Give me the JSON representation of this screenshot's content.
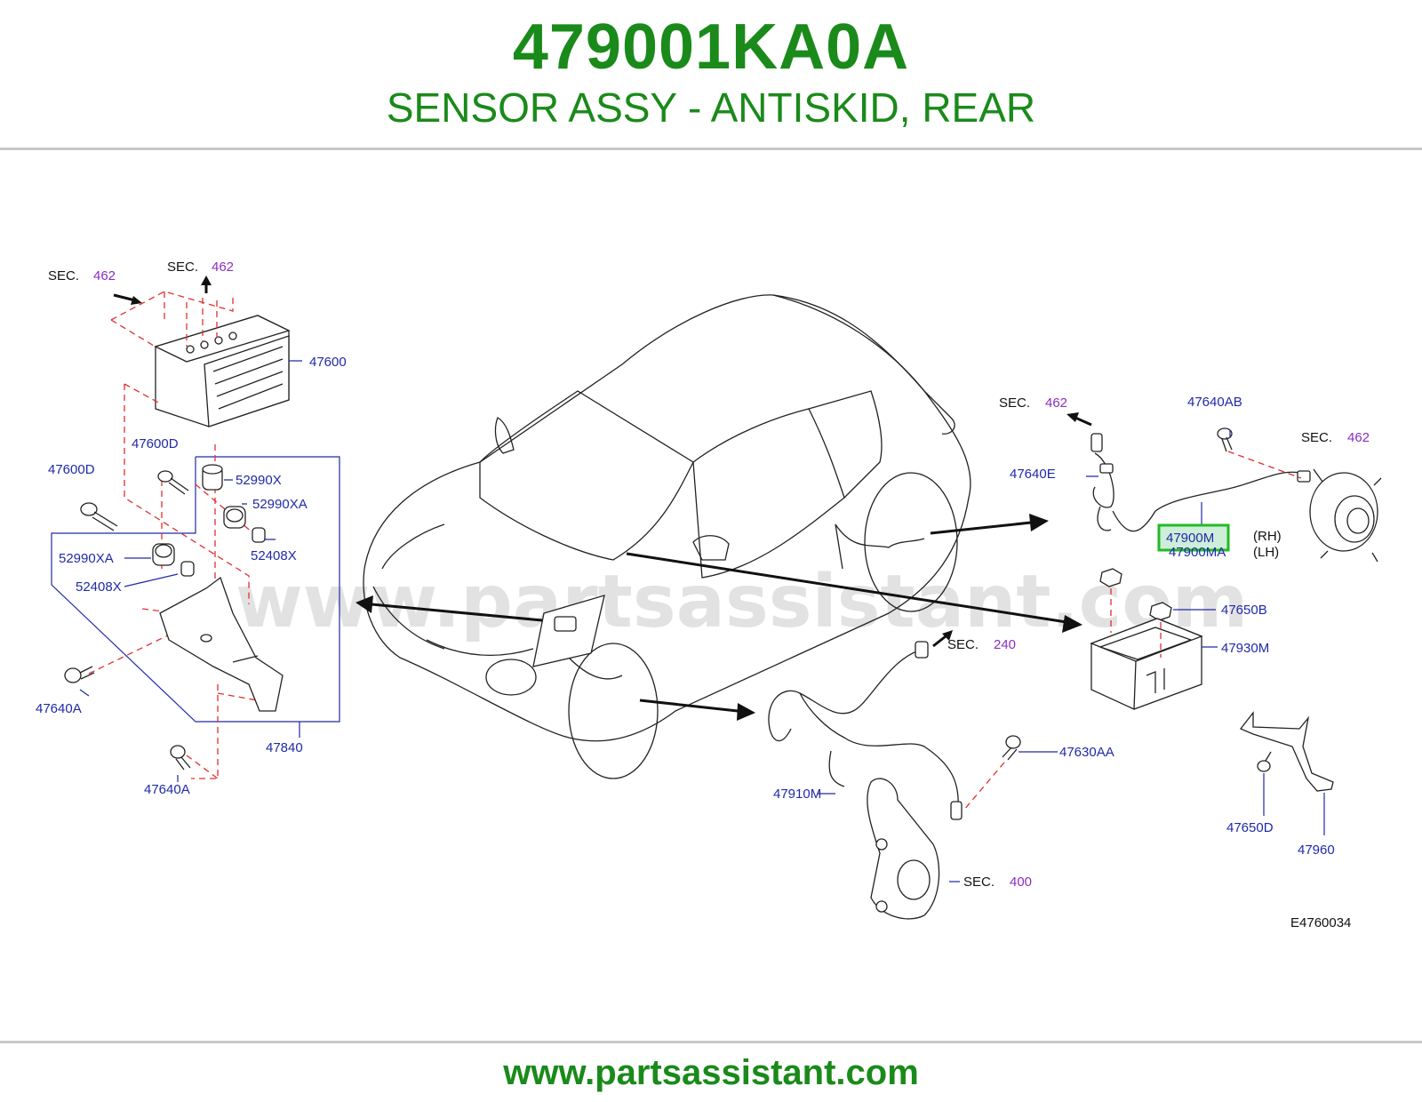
{
  "header": {
    "part_number": "479001KA0A",
    "description": "SENSOR ASSY - ANTISKID, REAR"
  },
  "footer": {
    "url": "www.partsassistant.com"
  },
  "watermark": "www.partsassistant.com",
  "highlight_color": "#22bb22",
  "brand_color": "#1a8a1a",
  "diagram_code": "E4760034",
  "sec_refs": [
    {
      "prefix": "SEC.",
      "number": "462"
    },
    {
      "prefix": "SEC.",
      "number": "462"
    },
    {
      "prefix": "SEC.",
      "number": "462"
    },
    {
      "prefix": "SEC.",
      "number": "462"
    },
    {
      "prefix": "SEC.",
      "number": "240"
    },
    {
      "prefix": "SEC.",
      "number": "400"
    }
  ],
  "callouts": {
    "c47600": "47600",
    "c47600D_a": "47600D",
    "c47600D_b": "47600D",
    "c52990X": "52990X",
    "c52990XA_a": "52990XA",
    "c52990XA_b": "52990XA",
    "c52408X_a": "52408X",
    "c52408X_b": "52408X",
    "c47640A_a": "47640A",
    "c47640A_b": "47640A",
    "c47840": "47840",
    "c47640AB": "47640AB",
    "c47640E": "47640E",
    "c47900M": "47900M",
    "c47900MA": "47900MA",
    "rh": "(RH)",
    "lh": "(LH)",
    "c47650B": "47650B",
    "c47930M": "47930M",
    "c47630AA": "47630AA",
    "c47910M": "47910M",
    "c47650D": "47650D",
    "c47960": "47960"
  }
}
